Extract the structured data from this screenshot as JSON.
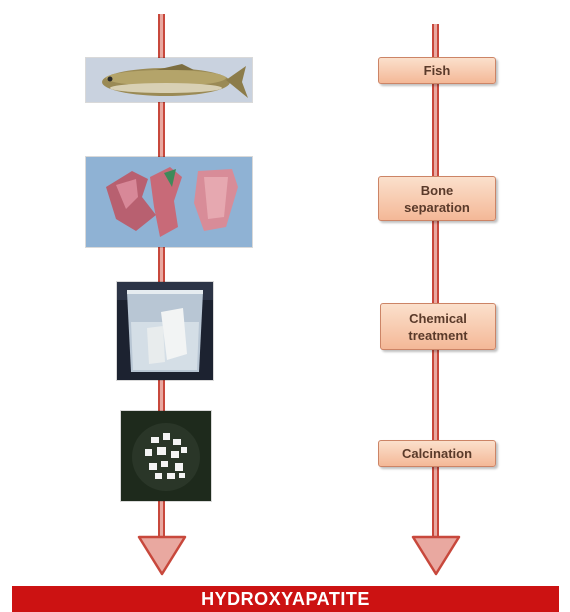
{
  "steps": [
    {
      "label": "Fish",
      "image": "whole-fish-photo"
    },
    {
      "label": "Bone\nseparation",
      "image": "fish-bones-photo"
    },
    {
      "label": "Chemical\ntreatment",
      "image": "beaker-treatment-photo"
    },
    {
      "label": "Calcination",
      "image": "calcined-powder-photo"
    }
  ],
  "result": "HYDROXYAPATITE",
  "colors": {
    "arrow_fill": "#e9a8a0",
    "arrow_border": "#c8483c",
    "step_box": "#f4b897",
    "banner": "#cc1212"
  }
}
